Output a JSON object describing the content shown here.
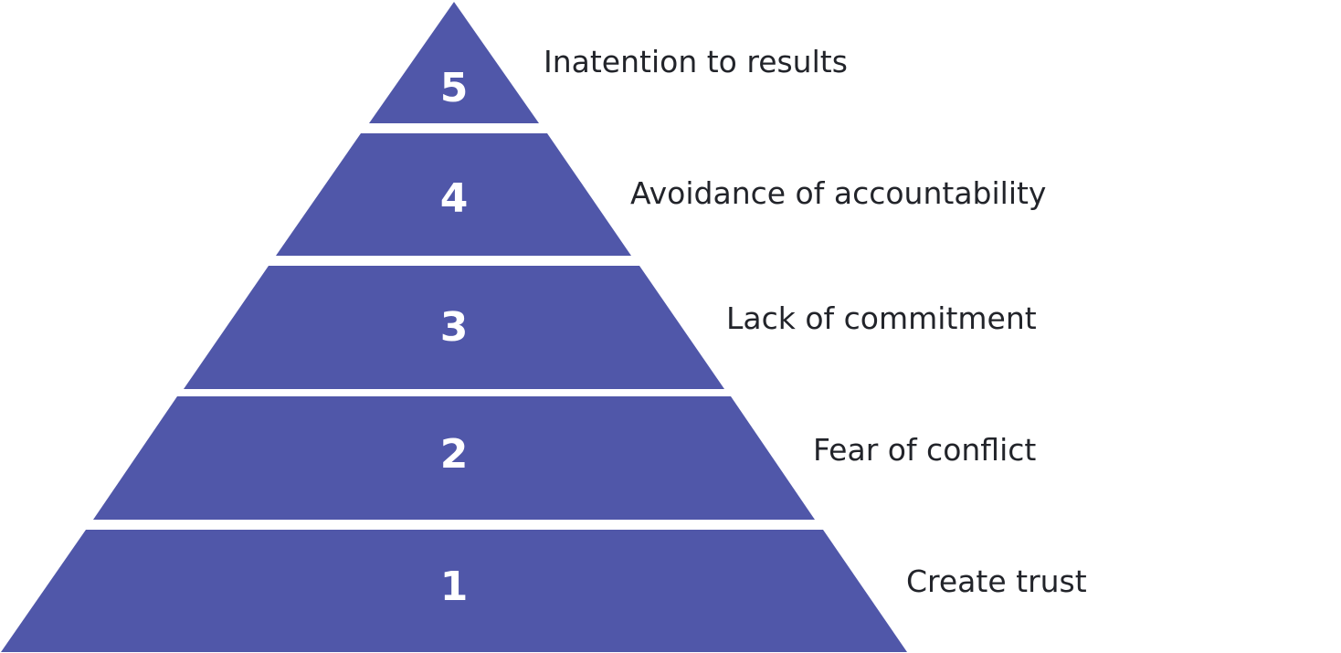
{
  "diagram": {
    "type": "pyramid",
    "fill_color": "#5057a9",
    "text_color": "#22242a",
    "number_color": "#ffffff",
    "tiers": [
      {
        "number": "5",
        "label": "Inatention to results"
      },
      {
        "number": "4",
        "label": "Avoidance of accountability"
      },
      {
        "number": "3",
        "label": "Lack of commitment"
      },
      {
        "number": "2",
        "label": "Fear of conflict"
      },
      {
        "number": "1",
        "label": "Create trust"
      }
    ]
  }
}
